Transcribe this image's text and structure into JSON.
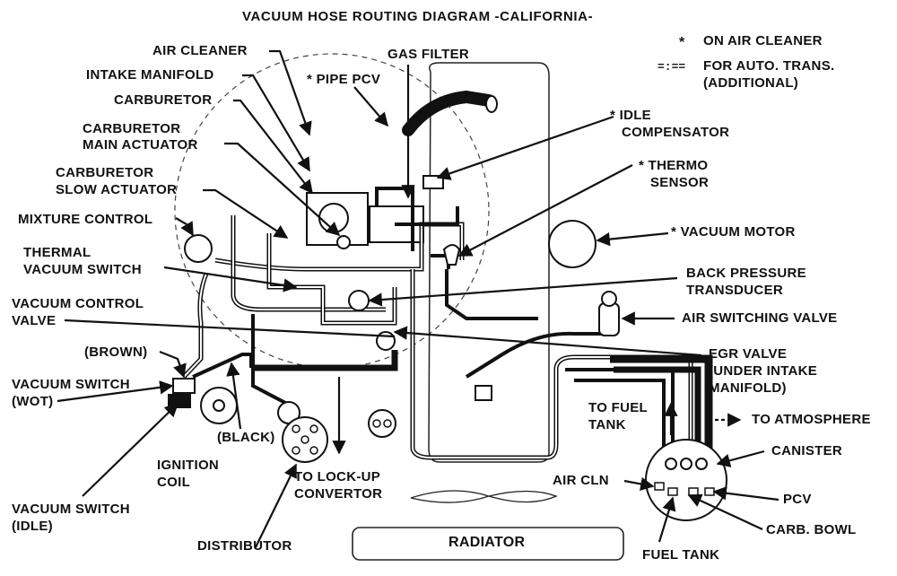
{
  "title": "VACUUM HOSE ROUTING DIAGRAM  -CALIFORNIA-",
  "legend": {
    "asterisk_symbol": "*",
    "asterisk_text": "ON AIR CLEANER",
    "dash_symbol": "=:==",
    "dash_text_1": "FOR AUTO. TRANS.",
    "dash_text_2": "(ADDITIONAL)"
  },
  "labels": {
    "air_cleaner": "AIR CLEANER",
    "intake_manifold": "INTAKE MANIFOLD",
    "carburetor": "CARBURETOR",
    "carb_main_1": "CARBURETOR",
    "carb_main_2": "MAIN ACTUATOR",
    "carb_slow_1": "CARBURETOR",
    "carb_slow_2": "SLOW ACTUATOR",
    "mixture_control": "MIXTURE CONTROL",
    "thermal_1": "THERMAL",
    "thermal_2": "VACUUM SWITCH",
    "vcv_1": "VACUUM CONTROL",
    "vcv_2": "VALVE",
    "brown": "(BROWN)",
    "vs_wot_1": "VACUUM SWITCH",
    "vs_wot_2": "(WOT)",
    "black": "(BLACK)",
    "ign_1": "IGNITION",
    "ign_2": "COIL",
    "vs_idle_1": "VACUUM SWITCH",
    "vs_idle_2": "(IDLE)",
    "distributor": "DISTRIBUTOR",
    "lockup_1": "TO LOCK-UP",
    "lockup_2": "CONVERTOR",
    "pipe_pcv": "* PIPE PCV",
    "gas_filter": "GAS FILTER",
    "idle_comp_1": "* IDLE",
    "idle_comp_2": "COMPENSATOR",
    "thermo_1": "* THERMO",
    "thermo_2": "SENSOR",
    "vacuum_motor": "* VACUUM MOTOR",
    "bpt_1": "BACK PRESSURE",
    "bpt_2": "TRANSDUCER",
    "asv": "AIR SWITCHING VALVE",
    "egr_1": "EGR VALVE",
    "egr_2": "(UNDER INTAKE",
    "egr_3": "MANIFOLD)",
    "fuel_tank_top_1": "TO FUEL",
    "fuel_tank_top_2": "TANK",
    "to_atmosphere": "TO ATMOSPHERE",
    "canister": "CANISTER",
    "air_cln": "AIR CLN",
    "pcv": "PCV",
    "carb_bowl": "CARB. BOWL",
    "fuel_tank_bottom": "FUEL TANK",
    "radiator": "RADIATOR"
  }
}
